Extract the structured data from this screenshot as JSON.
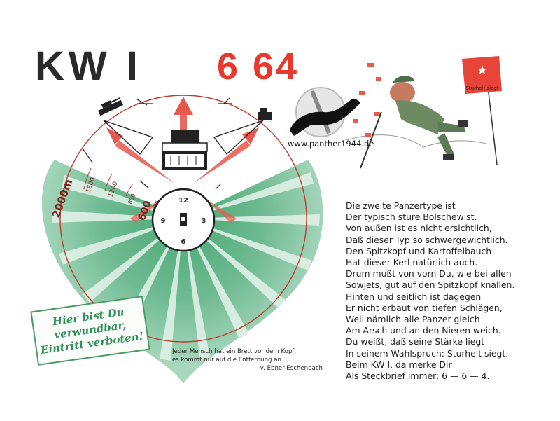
{
  "header": {
    "title": "KW I",
    "code": "6 64"
  },
  "watermark": "www.panther1944.de",
  "diagram": {
    "range_labels": [
      "2000m",
      "1600",
      "1200",
      "800",
      "600",
      "400"
    ],
    "clock": [
      "12",
      "3",
      "6",
      "9"
    ]
  },
  "warning_sign": {
    "lines": [
      "Hier bist Du",
      "verwundbar,",
      "Eintritt verboten!"
    ]
  },
  "flag_text": "Sturheit siegt",
  "quote": {
    "lines": [
      "Jeder Mensch hat ein Brett vor dem Kopf,",
      "es kommt nur auf die Entfernung an."
    ],
    "author": "v. Ebner-Eschenbach"
  },
  "poem": [
    "Die zweite Panzertype ist",
    "Der typisch sture Bolschewist.",
    "Von außen ist es nicht ersichtlich,",
    "Daß dieser Typ so schwergewichtlich.",
    "Den Spitzkopf und Kartoffelbauch",
    "Hat dieser Kerl natürlich auch.",
    "Drum mußt von vorn Du, wie bei allen",
    "Sowjets, gut auf den Spitzkopf knallen.",
    "Hinten und seitlich ist dagegen",
    "Er nicht erbaut von tiefen Schlägen,",
    "Weil nämlich alle Panzer gleich",
    "Am Arsch und an den Nieren weich.",
    "Du weißt, daß seine Stärke liegt",
    "In seinem Wahlspruch: Sturheit siegt.",
    "Beim KW I, da merke Dir",
    "Als Steckbrief immer: 6 — 6 — 4."
  ],
  "colors": {
    "green": "#3fa36e",
    "green_light": "#bfe3cc",
    "red": "#e83a2c",
    "dark": "#2a2a2a"
  }
}
